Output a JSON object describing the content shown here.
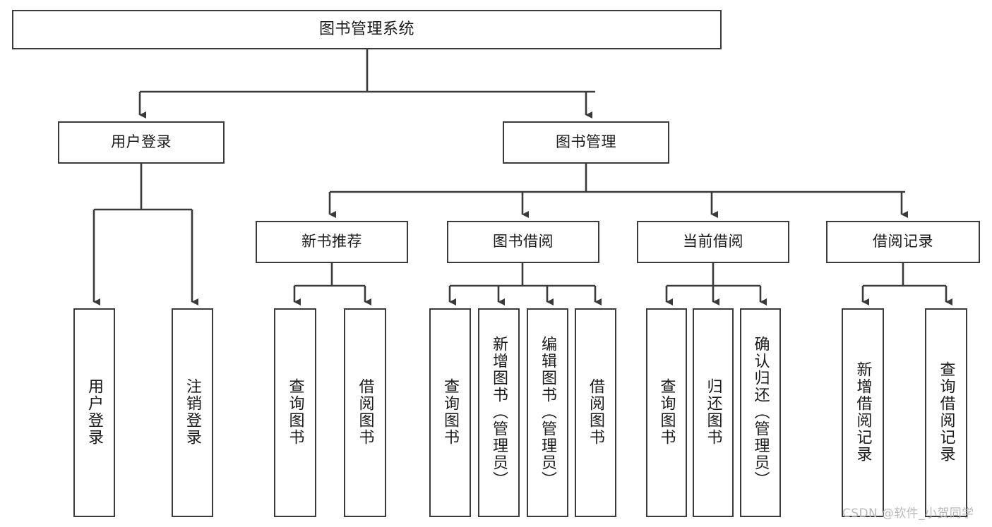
{
  "diagram": {
    "type": "tree",
    "title": "图书管理系统",
    "orientation": "top-down",
    "edge_style": "orthogonal-arrow",
    "colors": {
      "box_border": "#3a3a3a",
      "box_fill": "#ffffff",
      "edge": "#3a3a3a",
      "text": "#1a1a1a",
      "watermark": "#b9b9b9",
      "background": "#ffffff"
    }
  },
  "watermark": {
    "text": "CSDN @软件_小贺同学"
  },
  "nodes": {
    "root": {
      "label": "图书管理系统"
    },
    "level1": [
      {
        "label": "用户登录"
      },
      {
        "label": "图书管理"
      }
    ],
    "level2": [
      {
        "label": "新书推荐"
      },
      {
        "label": "图书借阅"
      },
      {
        "label": "当前借阅"
      },
      {
        "label": "借阅记录"
      }
    ],
    "leaves": {
      "user_login": [
        {
          "label": "用户登录"
        },
        {
          "label": "注销登录"
        }
      ],
      "new_book_recommend": [
        {
          "label": "查询图书"
        },
        {
          "label": "借阅图书"
        }
      ],
      "book_borrow": [
        {
          "label": "查询图书"
        },
        {
          "label": "新增图书（管理员）"
        },
        {
          "label": "编辑图书（管理员）"
        },
        {
          "label": "借阅图书"
        }
      ],
      "current_borrow": [
        {
          "label": "查询图书"
        },
        {
          "label": "归还图书"
        },
        {
          "label": "确认归还（管理员）"
        }
      ],
      "borrow_records": [
        {
          "label": "新增借阅记录"
        },
        {
          "label": "查询借阅记录"
        }
      ]
    }
  }
}
